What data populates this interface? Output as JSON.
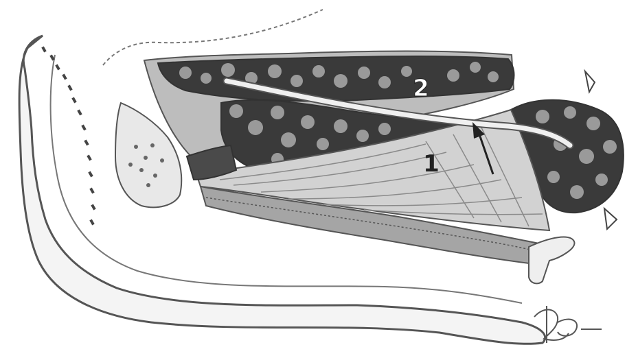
{
  "labels": {
    "label_1": "1",
    "label_2": "2"
  },
  "signature": "EB",
  "colors": {
    "background": "#ffffff",
    "line": "#555555",
    "bone_fill": "#f4f4f4",
    "gland_dark": "#2e2e2e",
    "gland_mid": "#8a8a8a",
    "muscle_fill": "#d2d2d2",
    "duct_fill": "#f0f0f0"
  }
}
